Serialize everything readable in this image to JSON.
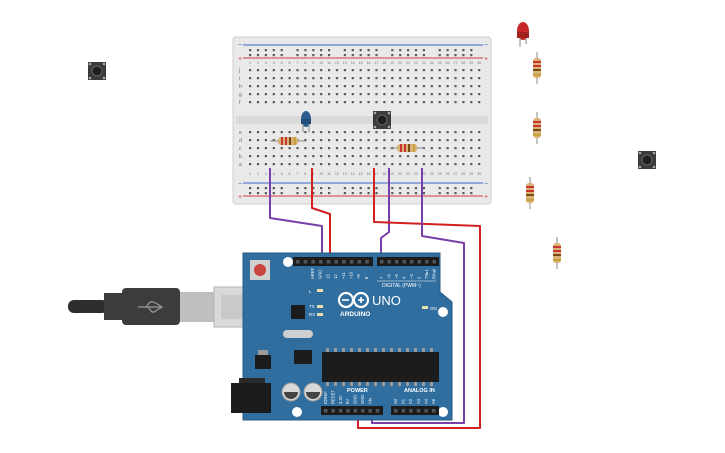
{
  "colors": {
    "background": "#ffffff",
    "board": "#2f6e9f",
    "board_dark": "#245a85",
    "breadboard": "#e9e9e9",
    "breadboard_hole": "#5b5b5b",
    "rail_red": "#d33b3b",
    "rail_blue": "#3b66c7",
    "wire_purple": "#7a3ea8",
    "wire_red": "#d21f1f",
    "led_red": "#c62828",
    "led_blue": "#2c5d8f",
    "usb_plug": "#3c3c3c",
    "usb_metal": "#cfcfcf",
    "reset_button": "#c9433f"
  },
  "board": {
    "brand": "ARDUINO",
    "model": "UNO",
    "digital_label": "DIGITAL (PWM~)",
    "power_label": "POWER",
    "analog_label": "ANALOG IN",
    "on_label": "ON",
    "tx_label": "TX",
    "rx_label": "RX",
    "l_label": "L",
    "logo_icon": "infinity-logo-icon",
    "header_left_pins": [
      "AREF",
      "GND",
      "13",
      "12",
      "~11",
      "~10",
      "~9",
      "8"
    ],
    "header_right_pins": [
      "7",
      "~6",
      "~5",
      "4",
      "~3",
      "2",
      "TX▸1",
      "RX◂0"
    ],
    "power_pins": [
      "IOREF",
      "RESET",
      "3.3V",
      "5V",
      "GND",
      "GND",
      "Vin"
    ],
    "analog_pins": [
      "A0",
      "A1",
      "A2",
      "A3",
      "A4",
      "A5"
    ]
  },
  "breadboard": {
    "row_letters_top": [
      "j",
      "i",
      "h",
      "g",
      "f"
    ],
    "row_letters_bottom": [
      "e",
      "d",
      "c",
      "b",
      "a"
    ],
    "rail_minus": "−",
    "rail_plus": "+",
    "column_numbers": [
      "1",
      "2",
      "3",
      "4",
      "5",
      "6",
      "7",
      "8",
      "9",
      "10",
      "11",
      "12",
      "13",
      "14",
      "15",
      "16",
      "17",
      "18",
      "19",
      "20",
      "21",
      "22",
      "23",
      "24",
      "25",
      "26",
      "27",
      "28",
      "29",
      "30"
    ]
  },
  "components": {
    "button_icon": "pushbutton-icon",
    "resistor_icon": "resistor-icon",
    "led_icon": "led-icon",
    "usb_icon": "usb-cable-icon"
  }
}
